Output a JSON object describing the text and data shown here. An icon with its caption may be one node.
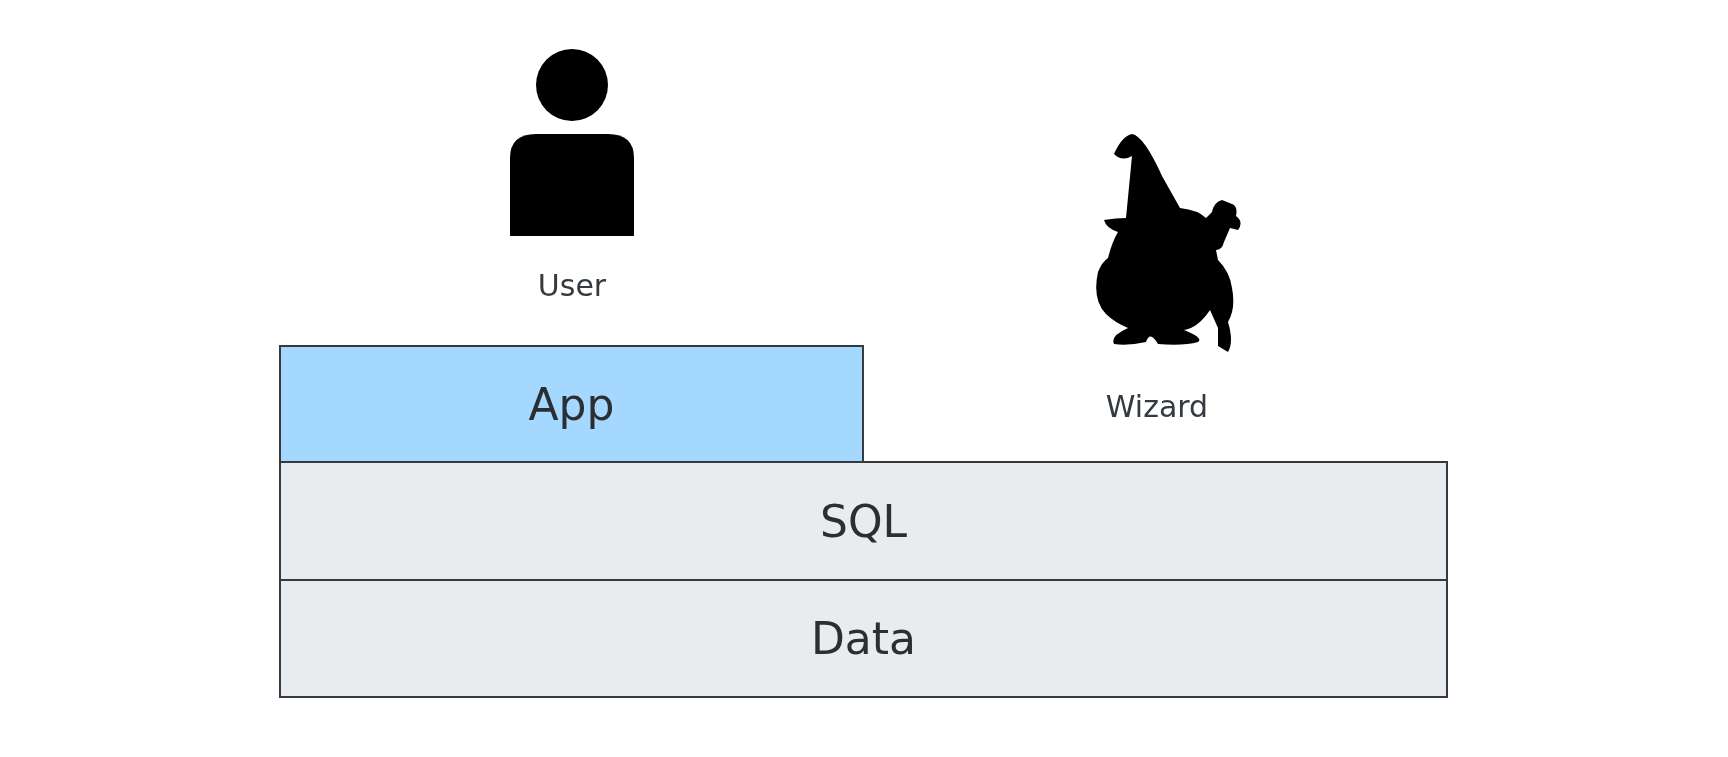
{
  "diagram": {
    "nodes": [
      {
        "text": [
          "App"
        ]
      },
      {
        "text": [
          "SQL"
        ]
      },
      {
        "text": [
          "Data"
        ]
      }
    ],
    "labels": [
      "User",
      "Wizard"
    ]
  }
}
